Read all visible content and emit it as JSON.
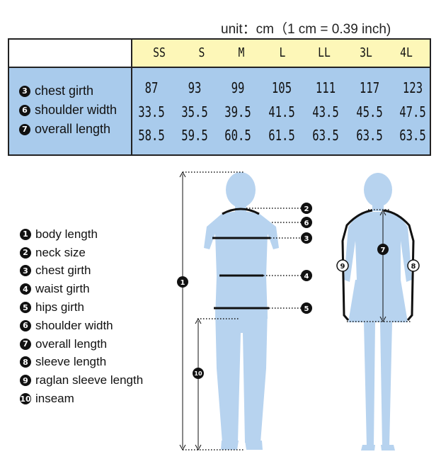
{
  "unit_note": "unit：cm（1 cm = 0.39 inch)",
  "sizes": [
    "SS",
    "S",
    "M",
    "L",
    "LL",
    "3L",
    "4L"
  ],
  "rows": [
    {
      "marker": "3",
      "label": "chest girth",
      "values": [
        "87",
        "93",
        "99",
        "105",
        "111",
        "117",
        "123"
      ]
    },
    {
      "marker": "6",
      "label": "shoulder width",
      "values": [
        "33.5",
        "35.5",
        "39.5",
        "41.5",
        "43.5",
        "45.5",
        "47.5"
      ]
    },
    {
      "marker": "7",
      "label": "overall length",
      "values": [
        "58.5",
        "59.5",
        "60.5",
        "61.5",
        "63.5",
        "63.5",
        "63.5"
      ]
    }
  ],
  "legend": [
    {
      "marker": "1",
      "label": "body length"
    },
    {
      "marker": "2",
      "label": "neck size"
    },
    {
      "marker": "3",
      "label": "chest girth"
    },
    {
      "marker": "4",
      "label": "waist girth"
    },
    {
      "marker": "5",
      "label": "hips girth"
    },
    {
      "marker": "6",
      "label": "shoulder width"
    },
    {
      "marker": "7",
      "label": "overall length"
    },
    {
      "marker": "8",
      "label": "sleeve length"
    },
    {
      "marker": "9",
      "label": "raglan sleeve length"
    },
    {
      "marker": "10",
      "label": "inseam"
    }
  ],
  "figure_markers": {
    "front": [
      "1",
      "2",
      "6",
      "3",
      "4",
      "5",
      "10"
    ],
    "back": [
      "7",
      "9",
      "8"
    ]
  },
  "colors": {
    "header_bg": "#fdf7b8",
    "body_bg": "#a9cbec",
    "figure_fill": "#b7d3ef"
  }
}
